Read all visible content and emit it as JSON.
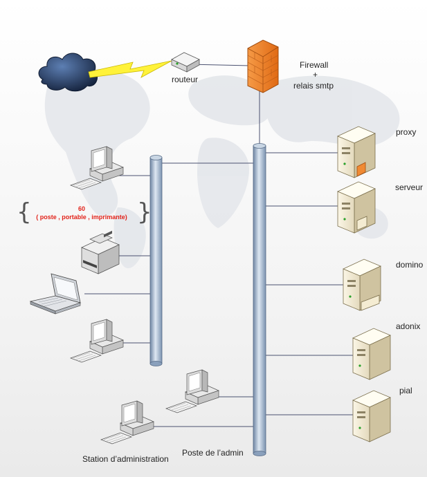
{
  "nodes": {
    "internet": "",
    "router": "routeur",
    "firewall_line1": "Firewall",
    "firewall_line2": "+",
    "firewall_line3": "relais smtp",
    "server_proxy": "proxy",
    "server_serveur": "serveur",
    "server_domino": "domino",
    "server_adonix": "adonix",
    "server_pial": "pial",
    "admin_station": "Station d’administration",
    "admin_post": "Poste de l’admin"
  },
  "note": {
    "count": "60",
    "detail": "( poste , portable , imprimante)"
  },
  "icons": {
    "cloud": "cloud-icon",
    "lightning": "lightning-icon",
    "router": "router-icon",
    "firewall": "firewall-icon",
    "server": "server-icon",
    "workstation": "workstation-icon",
    "printer": "printer-icon",
    "laptop": "laptop-icon"
  },
  "colors": {
    "bus": "#9fb4cc",
    "firewall": "#f07c22",
    "note": "#e2231a",
    "link": "#4a5170",
    "cloud": "#1d2f52"
  }
}
